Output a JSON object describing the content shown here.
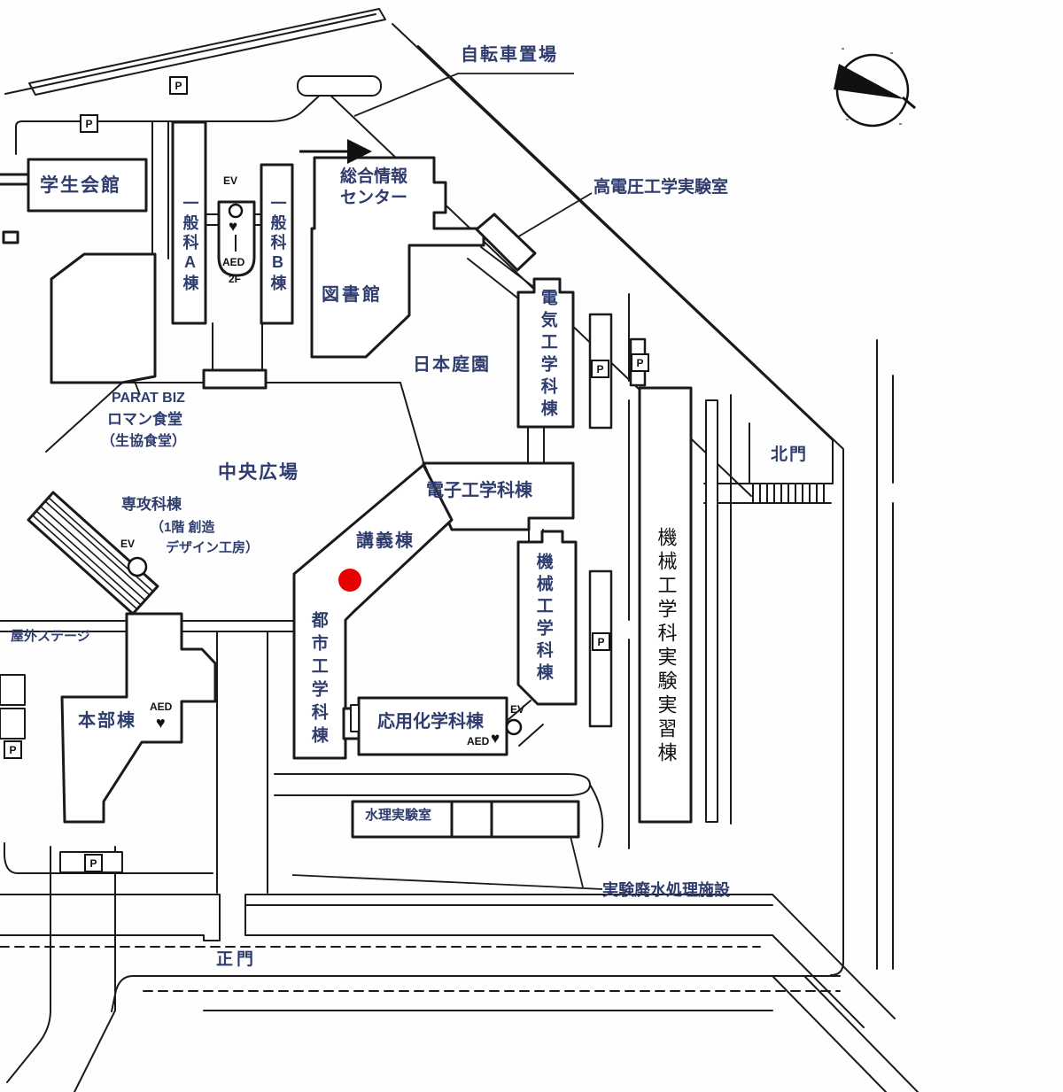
{
  "map": {
    "title": "campus-map",
    "labels": {
      "bicycle_parking": "自転車置場",
      "high_voltage_lab": "高電圧工学実験室",
      "student_hall": "学生会館",
      "general_a": "一般科A棟",
      "general_b": "一般科B棟",
      "info_center_line1": "総合情報",
      "info_center_line2": "センター",
      "library": "図書館",
      "japanese_garden": "日本庭園",
      "electrical_dept": "電気工学科棟",
      "parat_biz": "PARAT BIZ",
      "roman_dining": "ロマン食堂",
      "coop_dining": "（生協食堂）",
      "central_plaza": "中央広場",
      "electronics_dept": "電子工学科棟",
      "advanced_course": "専攻科棟",
      "advanced_course_note1": "（1階 創造",
      "advanced_course_note2": "デザイン工房）",
      "lecture_building": "講義棟",
      "civil_dept": "都市工学科棟",
      "mech_dept": "機械工学科棟",
      "applied_chem": "応用化学科棟",
      "mech_practice": "機械工学科実験実習棟",
      "north_gate": "北門",
      "outdoor_stage": "屋外ステージ",
      "admin_building": "本部棟",
      "hydraulics_lab": "水理実験室",
      "waste_water": "実験廃水処理施設",
      "main_gate": "正門"
    },
    "markers": {
      "parking": "P",
      "elevator": "EV",
      "aed": "AED",
      "aed_floor": "2F",
      "heart": "♥"
    },
    "colors": {
      "line": "#1a1a1a",
      "label_blue": "#2f3c6e",
      "marker_black": "#111111",
      "highlight_red": "#e80000"
    }
  }
}
